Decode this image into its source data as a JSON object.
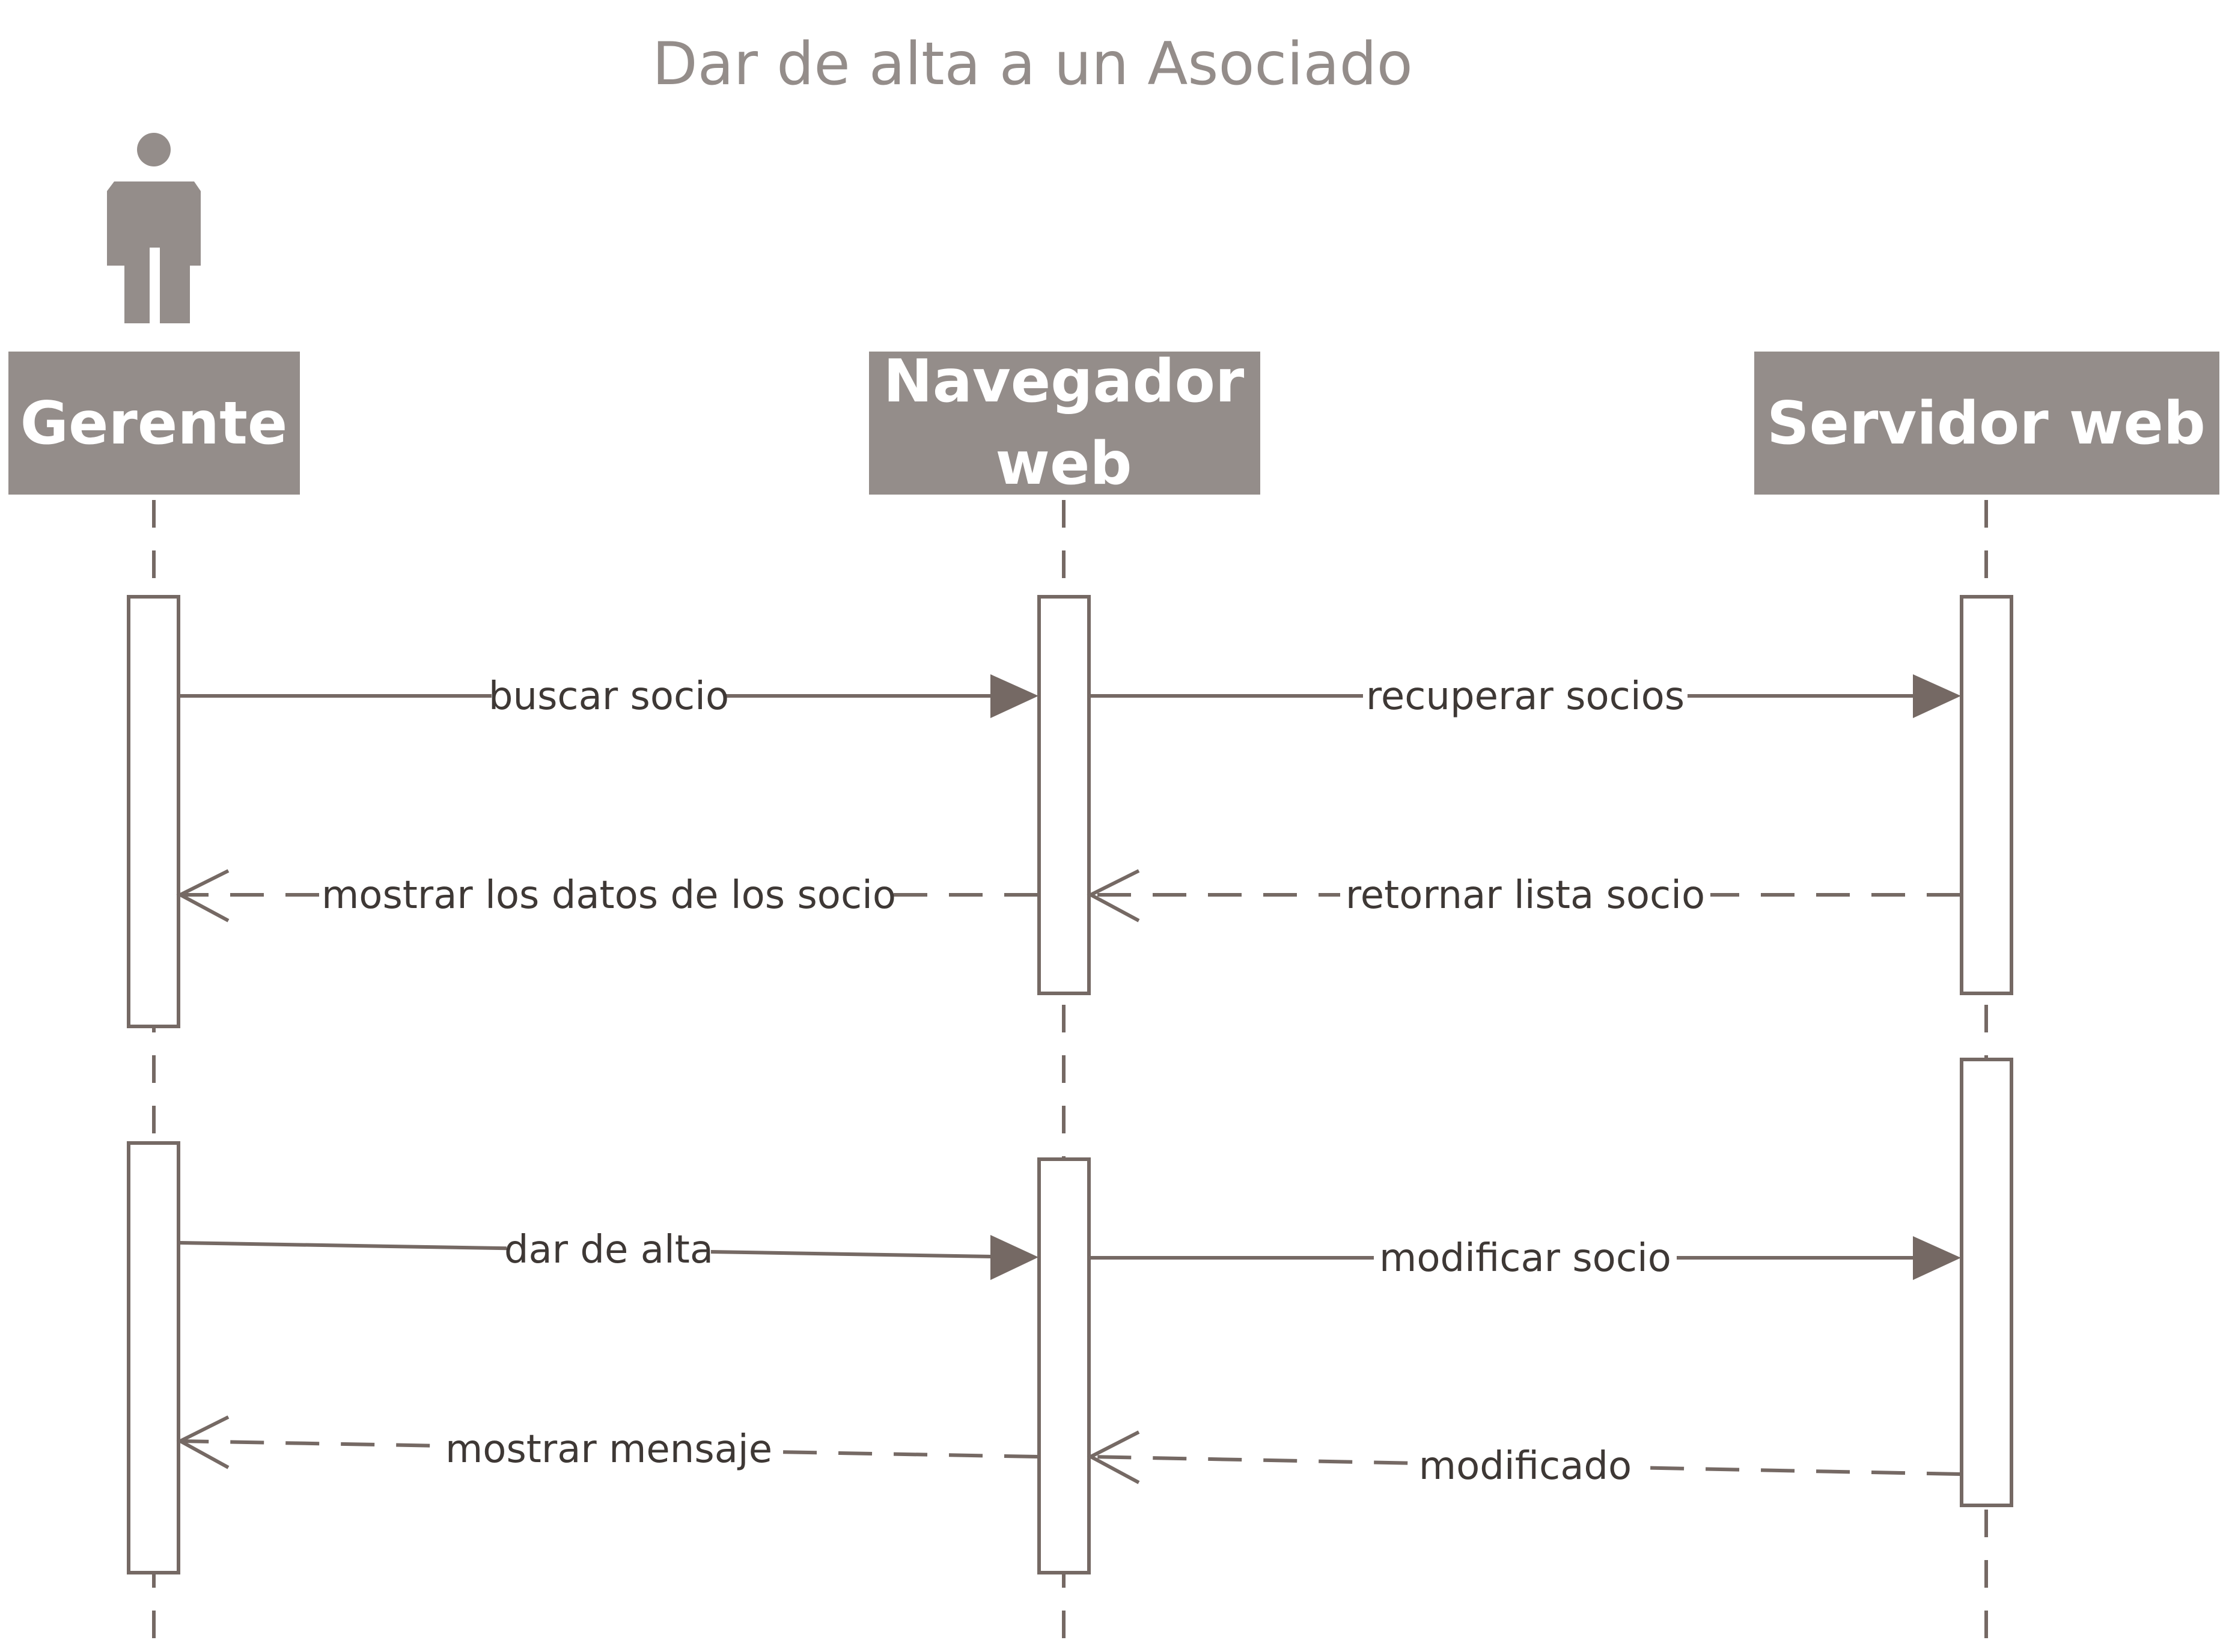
{
  "title": "Dar de alta a un Asociado",
  "colors": {
    "header_fill": "#948d8a",
    "line": "#756964",
    "title_text": "#948d8a",
    "label_text": "#3e3835"
  },
  "actor_icon": "person-icon",
  "participants": [
    {
      "id": "gerente",
      "lines": [
        "Gerente"
      ]
    },
    {
      "id": "navegador",
      "lines": [
        "Navegador",
        "web"
      ]
    },
    {
      "id": "servidor",
      "lines": [
        "Servidor web"
      ]
    }
  ],
  "messages": [
    {
      "id": "buscar-socio",
      "label": "buscar socio",
      "from": "gerente",
      "to": "navegador",
      "type": "sync"
    },
    {
      "id": "recuperar-socios",
      "label": "recuperar socios",
      "from": "navegador",
      "to": "servidor",
      "type": "sync"
    },
    {
      "id": "retornar-lista-socio",
      "label": "retornar lista socio",
      "from": "servidor",
      "to": "navegador",
      "type": "return"
    },
    {
      "id": "mostrar-datos",
      "label": "mostrar los datos de los socio",
      "from": "navegador",
      "to": "gerente",
      "type": "return"
    },
    {
      "id": "dar-de-alta",
      "label": "dar de alta",
      "from": "gerente",
      "to": "navegador",
      "type": "sync"
    },
    {
      "id": "modificar-socio",
      "label": "modificar socio",
      "from": "navegador",
      "to": "servidor",
      "type": "sync"
    },
    {
      "id": "modificado",
      "label": "modificado",
      "from": "servidor",
      "to": "navegador",
      "type": "return"
    },
    {
      "id": "mostrar-mensaje",
      "label": "mostrar mensaje",
      "from": "navegador",
      "to": "gerente",
      "type": "return"
    }
  ]
}
